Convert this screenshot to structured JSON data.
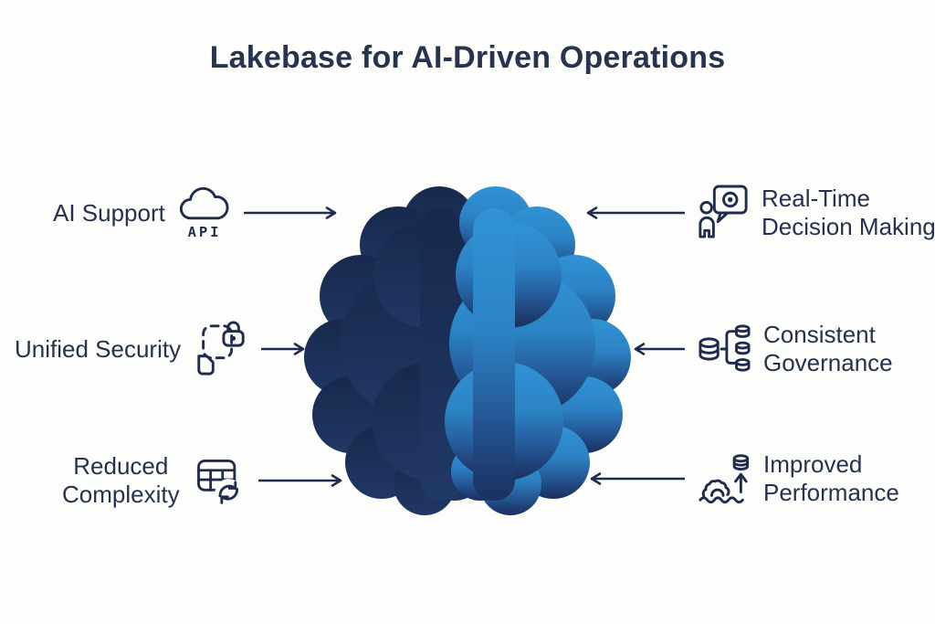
{
  "title": "Lakebase for AI-Driven Operations",
  "colors": {
    "background": "#fdfdfb",
    "title_text": "#273450",
    "label_text": "#25314f",
    "line_and_icon_stroke": "#1f2c4e",
    "brain_left_hemisphere": "#1b2f55",
    "brain_right_hemisphere_top": "#3093d5",
    "brain_right_hemisphere_bottom": "#1c3160",
    "brain_fold_lines": "#ffffff"
  },
  "icons": {
    "api_text": "API"
  },
  "features": {
    "left": [
      {
        "label": "AI Support",
        "icon": "cloud-api-icon",
        "lines": [
          "AI Support"
        ]
      },
      {
        "label": "Unified Security",
        "icon": "file-lock-icon",
        "lines": [
          "Unified Security"
        ]
      },
      {
        "label": "Reduced Complexity",
        "icon": "table-sync-icon",
        "lines": [
          "Reduced",
          "Complexity"
        ]
      }
    ],
    "right": [
      {
        "label": "Real-Time Decision Making",
        "icon": "person-speech-bubble-icon",
        "lines": [
          "Real-Time",
          "Decision Making"
        ]
      },
      {
        "label": "Consistent Governance",
        "icon": "database-branch-icon",
        "lines": [
          "Consistent",
          "Governance"
        ]
      },
      {
        "label": "Improved Performance",
        "icon": "gear-waves-growth-icon",
        "lines": [
          "Improved",
          "Performance"
        ]
      }
    ]
  },
  "center_graphic": {
    "type": "split-brain-illustration"
  }
}
